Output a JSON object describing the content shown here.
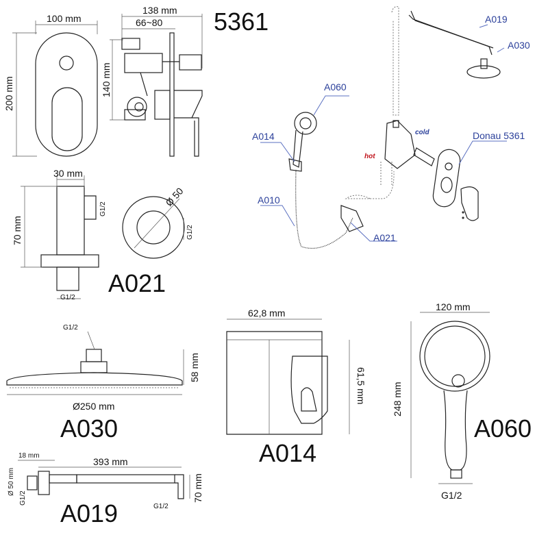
{
  "model_5361": {
    "title": "5361",
    "width": "100 mm",
    "depth": "138 mm",
    "install_depth": "66~80",
    "height": "200 mm",
    "body_height": "140 mm"
  },
  "a021": {
    "title": "A021",
    "width": "30 mm",
    "height": "70 mm",
    "thread_side": "G1/2",
    "diameter": "Ø 50",
    "thread_right": "G1/2",
    "thread_bottom": "G1/2"
  },
  "a030": {
    "title": "A030",
    "thread": "G1/2",
    "height": "58 mm",
    "diameter": "Ø250 mm"
  },
  "a014": {
    "title": "A014",
    "width": "62,8 mm",
    "height": "61,5 mm"
  },
  "a060": {
    "title": "A060",
    "width": "120 mm",
    "length": "248 mm",
    "thread": "G1/2"
  },
  "a019": {
    "title": "A019",
    "flange": "18 mm",
    "length": "393 mm",
    "diameter": "Ø 50 mm",
    "thread_left": "G1/2",
    "thread_right": "G1/2",
    "drop": "70 mm"
  },
  "exploded": {
    "a019": "A019",
    "a030": "A030",
    "a060": "A060",
    "a014": "A014",
    "donau": "Donau 5361",
    "cold": "cold",
    "hot": "hot",
    "a010": "A010",
    "a021": "A021"
  },
  "colors": {
    "callout": "#2a3f9a",
    "hot": "#c0141c",
    "line": "#222222"
  }
}
